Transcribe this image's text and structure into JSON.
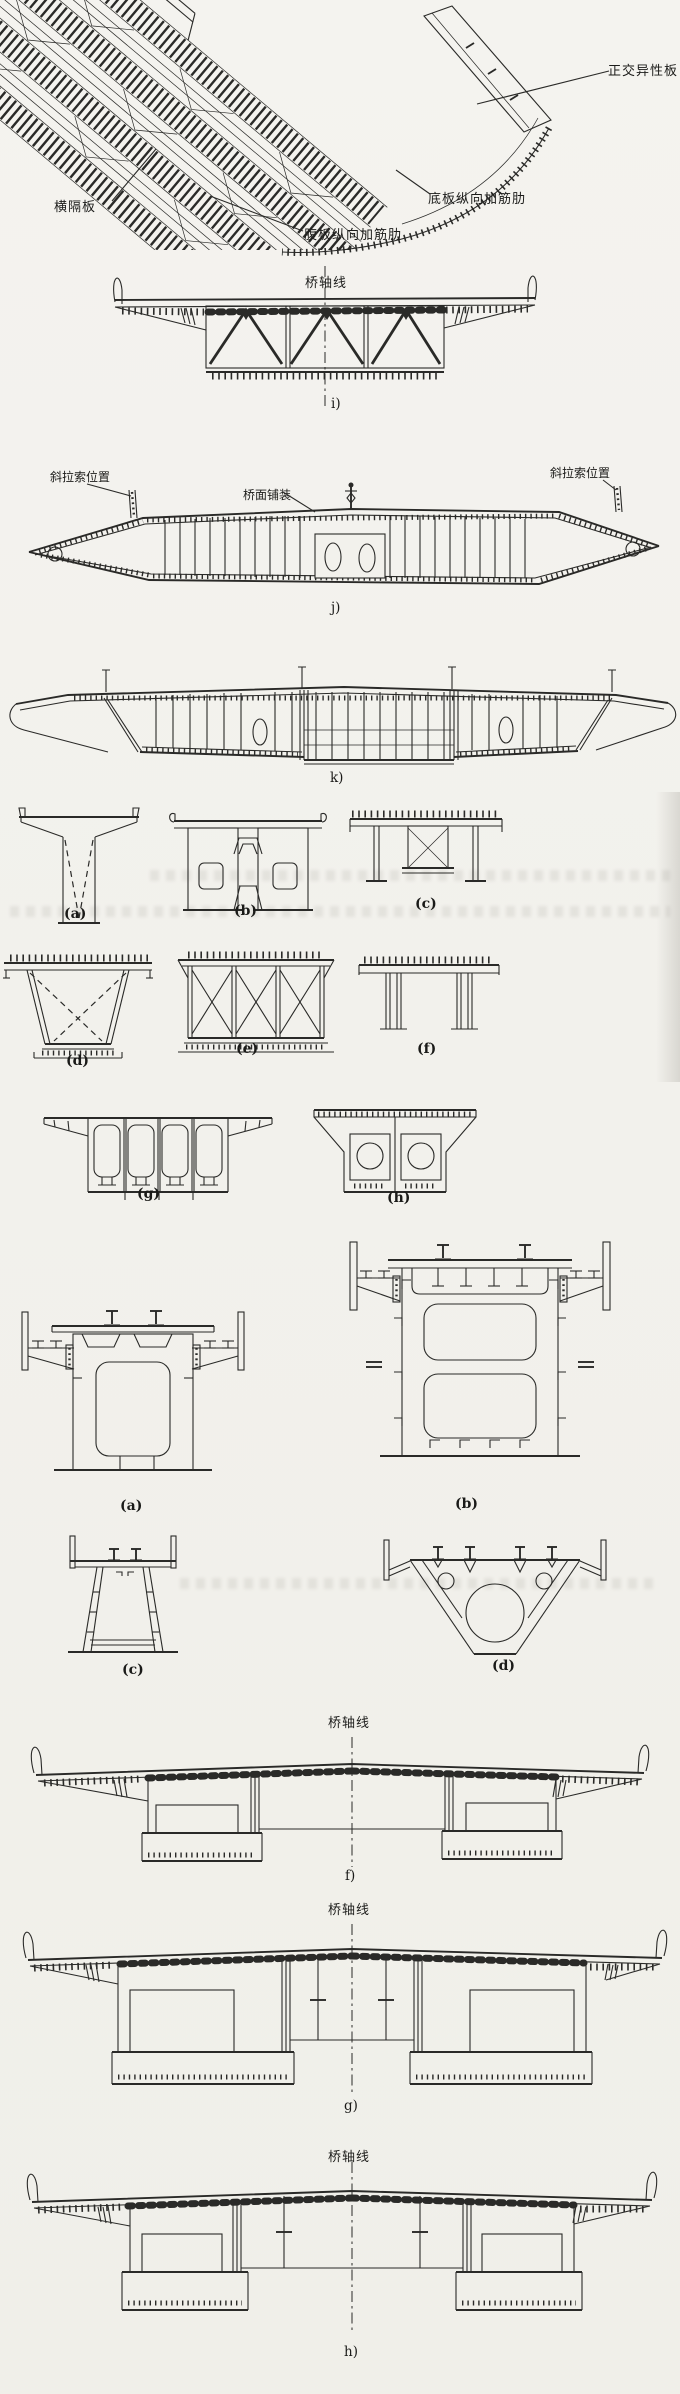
{
  "colors": {
    "ink": "#2a2a28",
    "paper": "#f2f1ec"
  },
  "axis_label": "桥轴线",
  "fig3d": {
    "orthotropic_plate": "正交异性板",
    "diaphragm": "横隔板",
    "bottom_rib": "底板纵向加筋肋",
    "web_rib": "腹板纵向加筋肋"
  },
  "section_i": {
    "caption": "i)"
  },
  "section_j": {
    "caption": "j)",
    "cable_left": "斜拉索位置",
    "cable_right": "斜拉索位置",
    "pavement": "桥面铺装"
  },
  "section_k": {
    "caption": "k)"
  },
  "captions_row1": {
    "a": "(a)",
    "b": "(b)",
    "c": "(c)"
  },
  "captions_row2": {
    "d": "(d)",
    "e": "(e)",
    "f": "(f)"
  },
  "captions_row3": {
    "g": "(g)",
    "h": "(h)"
  },
  "captions_rail": {
    "a": "(a)",
    "b": "(b)",
    "c": "(c)",
    "d": "(d)"
  },
  "section_f": {
    "caption": "f)"
  },
  "section_g": {
    "caption": "g)"
  },
  "section_h": {
    "caption": "h)"
  }
}
